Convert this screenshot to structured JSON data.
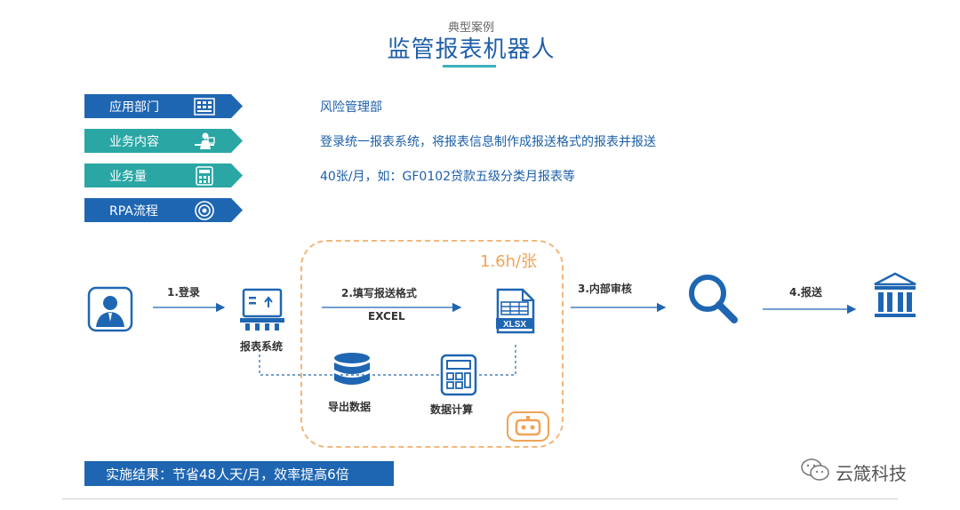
{
  "header": {
    "subtitle": "典型案例",
    "title": "监管报表机器人"
  },
  "rows": [
    {
      "tag": "应用部门",
      "icon": "building-icon",
      "color": "#1f66b2",
      "text": "风险管理部"
    },
    {
      "tag": "业务内容",
      "icon": "worker-at-desk-icon",
      "color": "#2aa7a4",
      "text": "登录统一报表系统，将报表信息制作成报送格式的报表并报送"
    },
    {
      "tag": "业务量",
      "icon": "calculator-icon",
      "color": "#2aa7a4",
      "text": "40张/月，如：GF0102贷款五级分类月报表等"
    },
    {
      "tag": "RPA流程",
      "icon": "target-icon",
      "color": "#1f66b2",
      "text": ""
    }
  ],
  "flow": {
    "time_label": "1.6h/张",
    "step1": "1.登录",
    "step2": "2.填写报送格式",
    "step2_sub": "EXCEL",
    "step3": "3.内部审核",
    "step4": "4.报送",
    "node_report_system": "报表系统",
    "node_export": "导出数据",
    "node_calc": "数据计算",
    "xlsx_label": "XLSX"
  },
  "result": "实施结果：节省48人天/月，效率提高6倍",
  "watermark": "云箴科技",
  "colors": {
    "primary": "#1f66b2",
    "teal": "#2aa7a4",
    "orange": "#f0a356"
  }
}
